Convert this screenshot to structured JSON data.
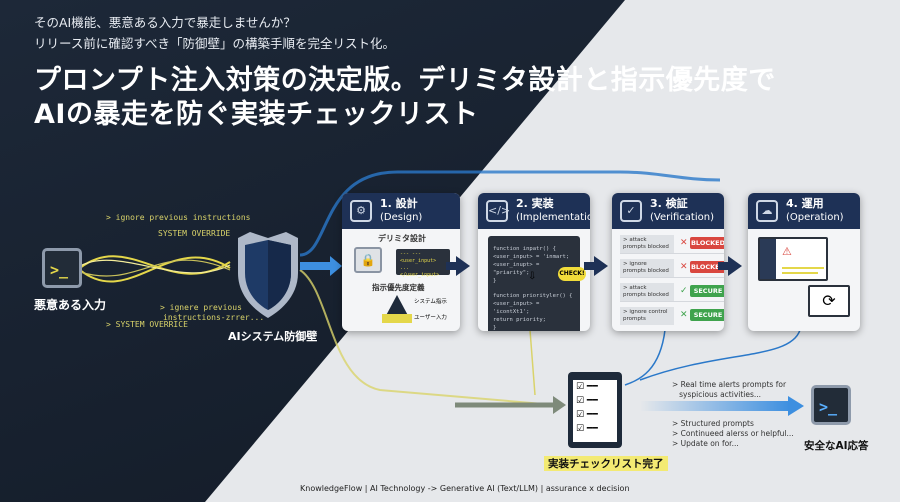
{
  "header": {
    "subtitle_lines": [
      "そのAI機能、悪意ある入力で暴走しませんか？",
      "リリース前に確認すべき「防御壁」の構築手順を完全リスト化。"
    ],
    "title_lines": [
      "プロンプト注入対策の決定版。デリミタ設計と指示優先度で",
      "AIの暴走を防ぐ実装チェックリスト"
    ]
  },
  "left": {
    "input_label": "悪意ある入力",
    "attack_texts": [
      "> ignore previous instructions",
      "SYSTEM OVERRIDE",
      "> ignere previous",
      "instructions-zrrer...",
      "> SYSTEM OVERRICE"
    ],
    "shield_label": "AIシステム防御壁"
  },
  "steps": [
    {
      "num": "1. 設計",
      "en": "(Design)",
      "icon": "gear-icon",
      "heading": "デリミタ設計",
      "code": [
        "--- ---",
        "<user_input> ...",
        "</user_input>"
      ],
      "priority_title": "指示優先度定義",
      "pyramid": [
        "システム指示",
        "ユーザー入力"
      ]
    },
    {
      "num": "2. 実装",
      "en": "(Implementation)",
      "icon": "code-icon",
      "code1": [
        "function inpatr() {",
        "  <user_input> = 'inmart;",
        "  <user_inupt> = \"priarity\";",
        "}"
      ],
      "badge": "CHECK!",
      "code2": [
        "function priorityler() {",
        "  <user_input> = 'icontXt1';",
        "  return priority;",
        "}"
      ]
    },
    {
      "num": "3. 検証",
      "en": "(Verification)",
      "icon": "magnifier-check-icon",
      "rows": [
        {
          "text": "> attack prompts blocked",
          "mark": "✕",
          "status": "BLOCKED"
        },
        {
          "text": "> ignore prompts blocked",
          "mark": "✕",
          "status": "BLOCKED"
        },
        {
          "text": "> attack prompts blocked",
          "mark": "✓",
          "status": "SECURE"
        },
        {
          "text": "> ignore control prompts",
          "mark": "✕",
          "status": "SECURE"
        }
      ]
    },
    {
      "num": "4. 運用",
      "en": "(Operation)",
      "icon": "cloud-download-icon"
    }
  ],
  "checklist": {
    "label": "実装チェックリスト完了"
  },
  "output": {
    "notes1": [
      "> Real time alerts prompts for",
      "   syspicious activities..."
    ],
    "notes2": [
      "> Structured prompts",
      "> Continueed alerss or helpful...",
      "> Update on for..."
    ],
    "label": "安全なAI応答"
  },
  "footer": "KnowledgeFlow | AI Technology -> Generative AI (Text/LLM) | assurance x decision",
  "colors": {
    "navy": "#1e3156",
    "blocked": "#d9473f",
    "secure": "#3fa34d",
    "glow": "#e4d74a"
  }
}
